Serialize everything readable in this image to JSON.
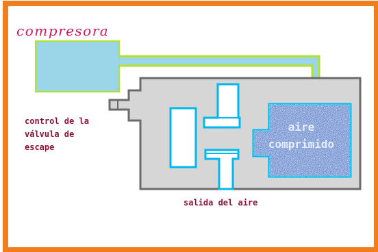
{
  "labels": {
    "title": "compresora",
    "control": [
      "control de la",
      "válvula de",
      "escape"
    ],
    "chamber": [
      "aire",
      "comprimido"
    ],
    "outlet": "salida del aire"
  },
  "colors": {
    "frame": "#f07d1e",
    "housing_fill": "#d6d6d6",
    "housing_stroke": "#6b6b6b",
    "compressor_fill": "#9ad6e8",
    "pipe": "#b5e12a",
    "cyan": "#00b7ef",
    "chamber_fill": "#6b8ccf",
    "chamber_text": "#e4ecff",
    "title_text": "#d71558",
    "label_text": "#8b1538"
  },
  "icons": {
    "chamber_texture": "speckled-noise"
  }
}
